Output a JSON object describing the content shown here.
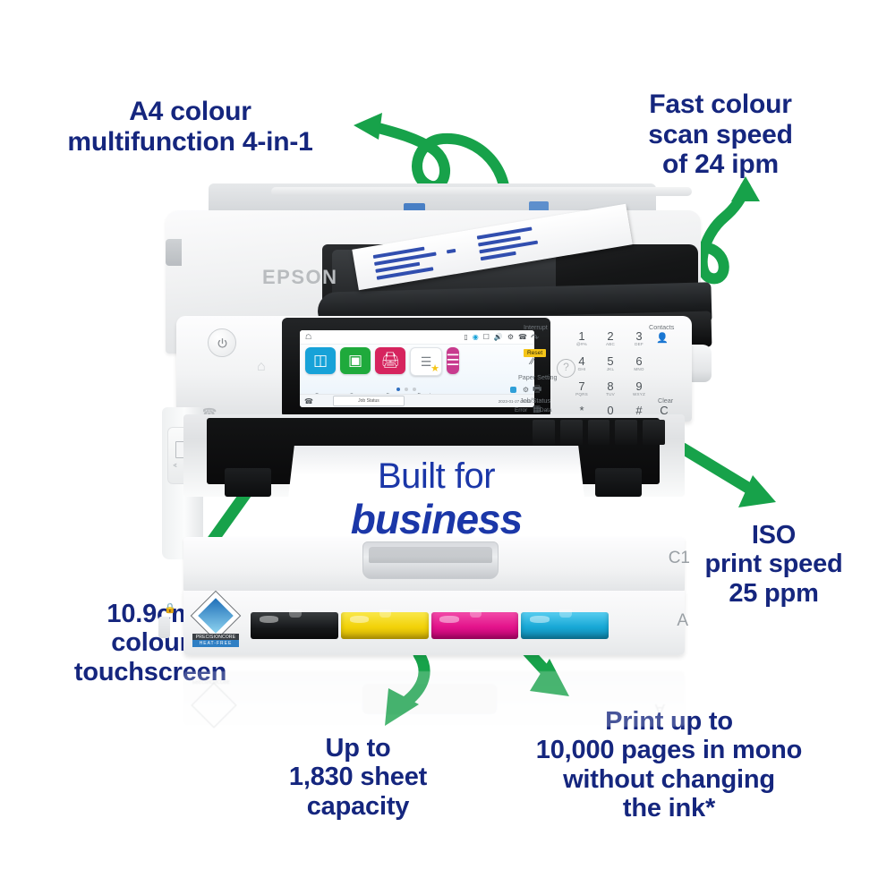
{
  "product": {
    "brand": "EPSON",
    "headline_line1": "Built for",
    "headline_line2": "business",
    "tray_label_upper": "C1",
    "tray_label_lower": "A",
    "badge_line1": "PRECISIONCORE",
    "badge_line2": "HEAT-FREE"
  },
  "callouts": [
    {
      "id": "multifunction",
      "text": "A4 colour\nmultifunction 4-in-1"
    },
    {
      "id": "scan-speed",
      "text": "Fast colour\nscan speed\nof 24 ipm"
    },
    {
      "id": "print-speed",
      "text": "ISO\nprint speed\n25 ppm"
    },
    {
      "id": "touchscreen",
      "text": "10.9cm\ncolour\ntouchscreen"
    },
    {
      "id": "capacity",
      "text": "Up to\n1,830 sheet\ncapacity"
    },
    {
      "id": "mono-yield",
      "text": "Print up to\n10,000 pages in mono\nwithout changing\nthe ink*"
    }
  ],
  "lcd": {
    "status_icons": [
      "home-icon",
      "network-icon",
      "ink-icon",
      "paper-icon",
      "sound-icon",
      "eco-icon",
      "phone-icon"
    ],
    "tiles": [
      {
        "label": "Copy",
        "icon": "copy-icon",
        "color": "#17a2d8"
      },
      {
        "label": "Scan",
        "icon": "scan-icon",
        "color": "#1faa3c"
      },
      {
        "label": "Fax",
        "icon": "fax-icon",
        "color": "#d6245e"
      },
      {
        "label": "Presets",
        "icon": "presets-icon",
        "color": "#ffffff"
      },
      {
        "label": "M",
        "icon": "menu-icon",
        "color": "#c83b8e"
      }
    ],
    "page_dots": 3,
    "active_dot": 1,
    "job_status_label": "Job Status",
    "clock": "2023-01-27 08:03"
  },
  "keypad": {
    "labels": {
      "interrupt": "Interrupt",
      "reset": "Reset",
      "paper_setting": "Paper Setting",
      "job_status": "Job/Status",
      "contacts": "Contacts",
      "clear": "Clear",
      "clear_key": "C",
      "error_led": "Error",
      "data_led": "Data"
    },
    "keys": [
      {
        "num": "1",
        "sub": "@#%"
      },
      {
        "num": "2",
        "sub": "ABC"
      },
      {
        "num": "3",
        "sub": "DEF"
      },
      {
        "num": "4",
        "sub": "GHI"
      },
      {
        "num": "5",
        "sub": "JKL"
      },
      {
        "num": "6",
        "sub": "MNO"
      },
      {
        "num": "7",
        "sub": "PQRS"
      },
      {
        "num": "8",
        "sub": "TUV"
      },
      {
        "num": "9",
        "sub": "WXYZ"
      },
      {
        "num": "*",
        "sub": ""
      },
      {
        "num": "0",
        "sub": ""
      },
      {
        "num": "#",
        "sub": ""
      }
    ]
  },
  "inks": [
    {
      "name": "black-cartridge",
      "color": "#26292b"
    },
    {
      "name": "yellow-cartridge",
      "color": "#f2d209"
    },
    {
      "name": "magenta-cartridge",
      "color": "#e3138b"
    },
    {
      "name": "cyan-cartridge",
      "color": "#18a8d6"
    }
  ],
  "colors": {
    "text_blue": "#15267e",
    "arrow_green": "#17a24a",
    "print_blue": "#1b37a8"
  },
  "arrows": [
    {
      "id": "arrow-to-multifunction",
      "points_to": "scanner-lid"
    },
    {
      "id": "arrow-to-scan-speed",
      "points_to": "adf"
    },
    {
      "id": "arrow-to-touchscreen",
      "points_to": "lcd-panel"
    },
    {
      "id": "arrow-to-print-speed",
      "points_to": "output-tray"
    },
    {
      "id": "arrow-to-capacity",
      "points_to": "paper-cassette"
    },
    {
      "id": "arrow-to-mono-yield",
      "points_to": "ink-cartridges"
    }
  ]
}
